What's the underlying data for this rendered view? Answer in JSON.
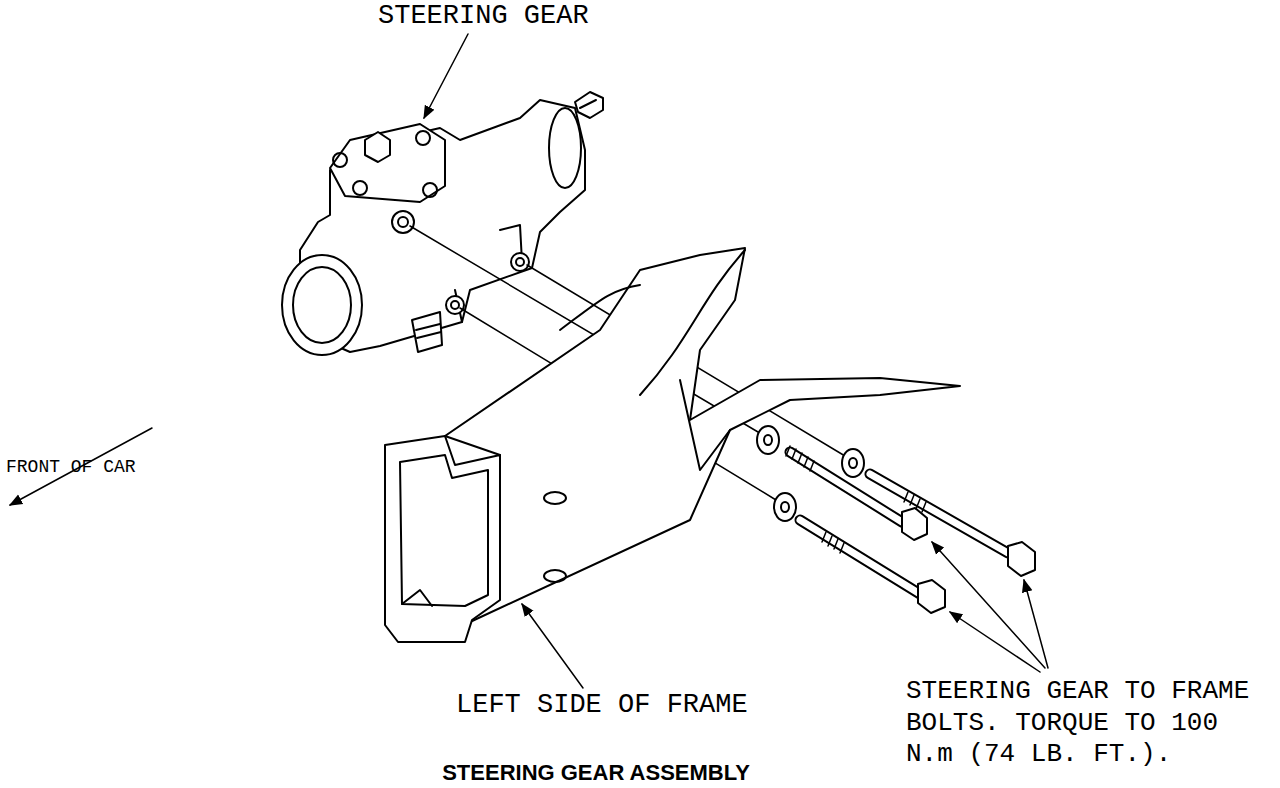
{
  "diagram": {
    "caption": "STEERING GEAR ASSEMBLY",
    "labels": [
      "STEERING GEAR",
      "FRONT OF CAR",
      "LEFT SIDE OF FRAME",
      "STEERING GEAR TO FRAME BOLTS. TORQUE TO 100 N.m (74 LB. FT.)."
    ]
  }
}
